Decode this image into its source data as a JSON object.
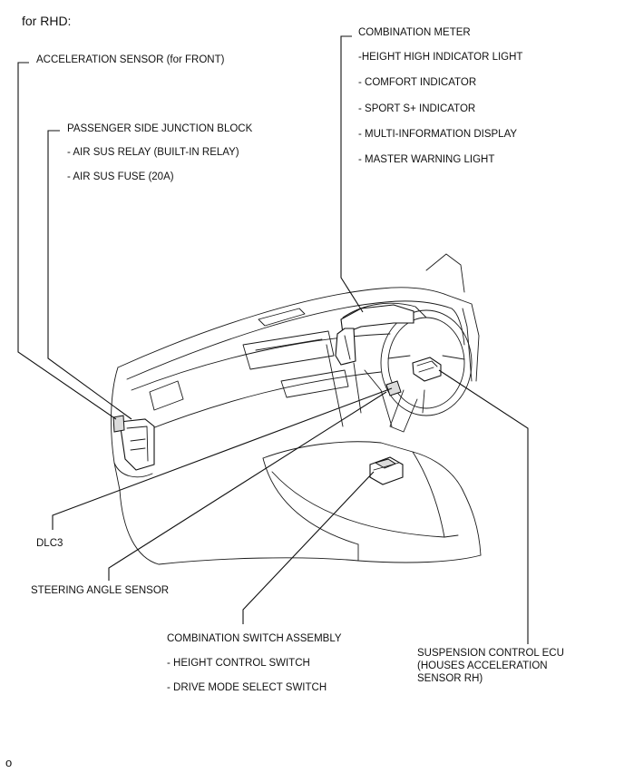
{
  "header": {
    "variant": "for RHD:"
  },
  "labels": {
    "acceleration_sensor": "ACCELERATION SENSOR (for FRONT)",
    "passenger_junction_block": {
      "title": "PASSENGER SIDE JUNCTION BLOCK",
      "items": [
        "- AIR SUS RELAY (BUILT-IN RELAY)",
        "- AIR SUS FUSE (20A)"
      ]
    },
    "combination_meter": {
      "title": "COMBINATION METER",
      "items": [
        "-HEIGHT HIGH INDICATOR LIGHT",
        "- COMFORT INDICATOR",
        "- SPORT S+ INDICATOR",
        "- MULTI-INFORMATION DISPLAY",
        "- MASTER WARNING LIGHT"
      ]
    },
    "dlc3": "DLC3",
    "steering_angle_sensor": "STEERING ANGLE SENSOR",
    "combination_switch": {
      "title": "COMBINATION SWITCH ASSEMBLY",
      "items": [
        "- HEIGHT CONTROL SWITCH",
        "- DRIVE MODE SELECT SWITCH"
      ]
    },
    "suspension_ecu": "SUSPENSION CONTROL ECU\n(HOUSES ACCELERATION\nSENSOR RH)"
  },
  "footer": {
    "code": "o"
  }
}
